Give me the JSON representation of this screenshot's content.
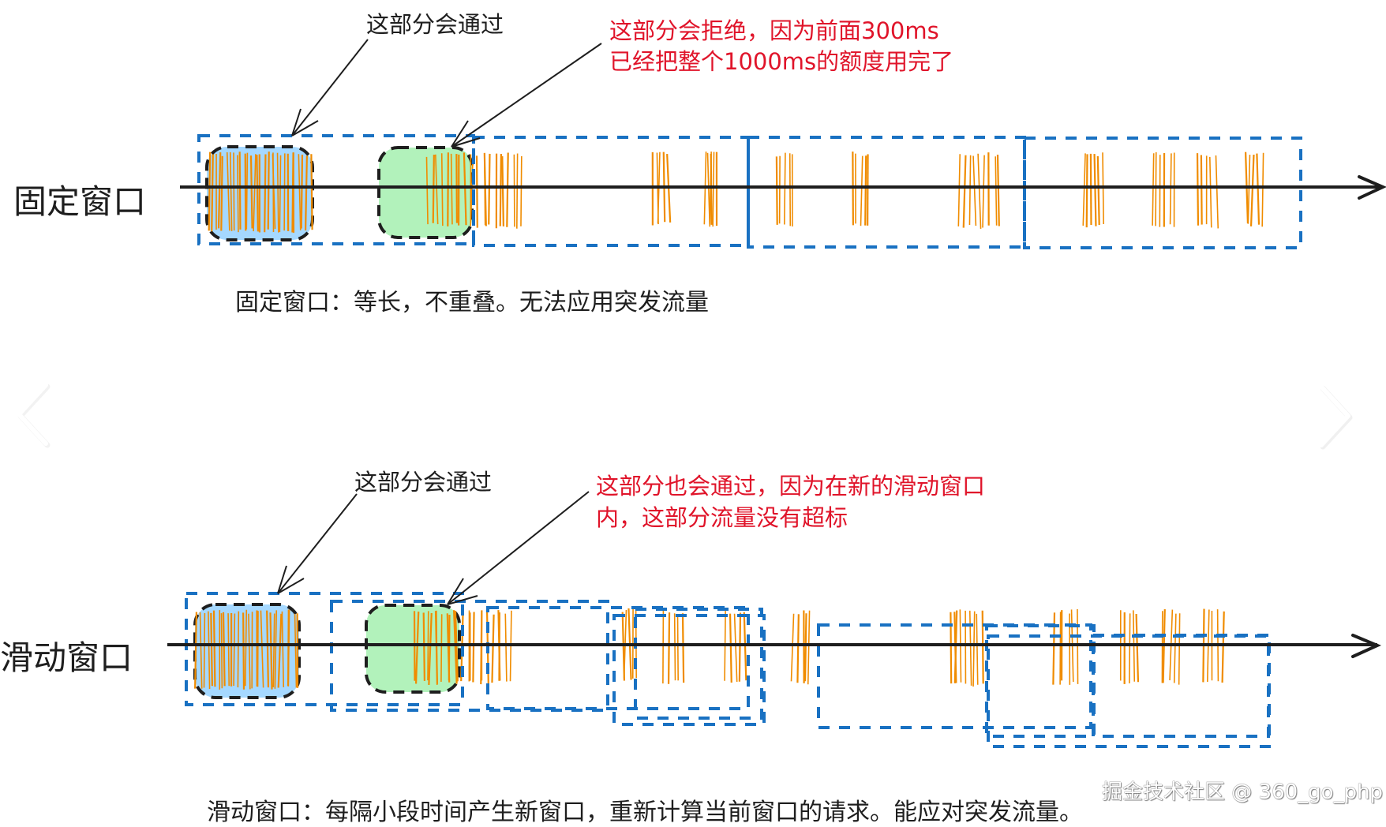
{
  "colors": {
    "axis": "#1e1e1e",
    "window_border": "#1971c2",
    "request": "#f08c00",
    "passed_fill": "#a5d8ff",
    "edge_fill": "#b2f2bb",
    "annotation_red": "#e0142a",
    "marker_border": "#1e1e1e"
  },
  "fixed": {
    "row_label": "固定窗口",
    "note_pass": "这部分会通过",
    "note_reject_line1": "这部分会拒绝，因为前面300ms",
    "note_reject_line2": "已经把整个1000ms的额度用完了",
    "caption": "固定窗口：等长，不重叠。无法应用突发流量"
  },
  "sliding": {
    "row_label": "滑动窗口",
    "note_pass": "这部分会通过",
    "note_also_pass_line1": "这部分也会通过，因为在新的滑动窗口",
    "note_also_pass_line2": "内，这部分流量没有超标",
    "caption": "滑动窗口：每隔小段时间产生新窗口，重新计算当前窗口的请求。能应对突发流量。"
  },
  "watermark": "掘金技术社区 @ 360_go_php",
  "nav": {
    "prev_icon": "chevron-left-icon",
    "next_icon": "chevron-right-icon"
  }
}
